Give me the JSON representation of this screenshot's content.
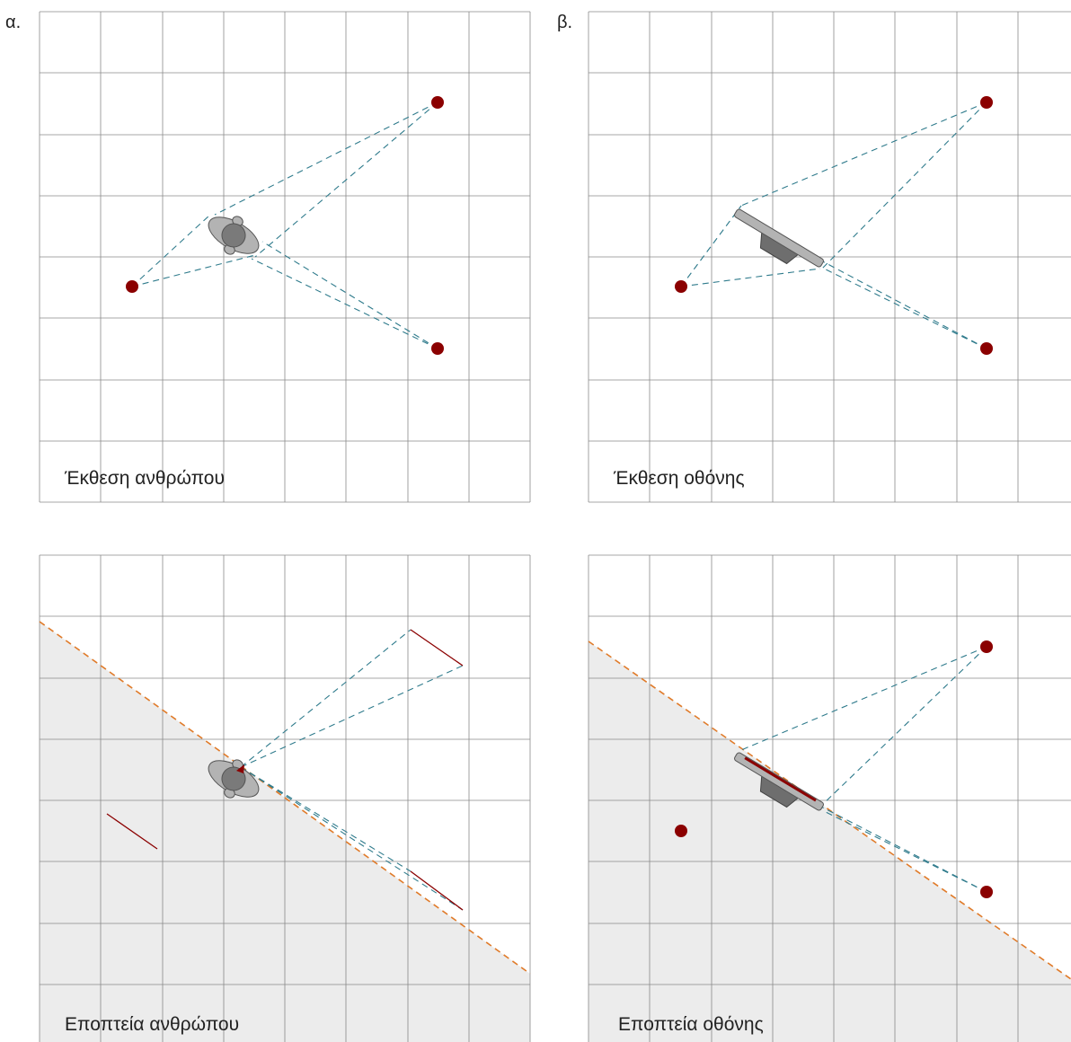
{
  "colors": {
    "grid": "#8a8a8a",
    "shade": "#ececec",
    "ray": "#2f7b8c",
    "boundary": "#e07b2a",
    "point": "#8b0000",
    "body_fill": "#b3b3b3",
    "head_fill": "#7a7a7a",
    "screen_fill": "#b3b3b3",
    "screen_stand": "#6e6e6e",
    "segment": "#8b0000"
  },
  "labels": {
    "alpha": "α.",
    "beta": "β."
  },
  "panels": [
    {
      "id": "top-left",
      "caption": "Έκθεση ανθρώπου"
    },
    {
      "id": "top-right",
      "caption": "Έκθεση οθόνης"
    },
    {
      "id": "bottom-left",
      "caption": "Εποπτεία ανθρώπου"
    },
    {
      "id": "bottom-right",
      "caption": "Εποπτεία οθόνης"
    }
  ],
  "icons": {
    "person": "person-topdown-icon",
    "screen": "screen-topdown-icon",
    "point": "point-marker-icon"
  }
}
